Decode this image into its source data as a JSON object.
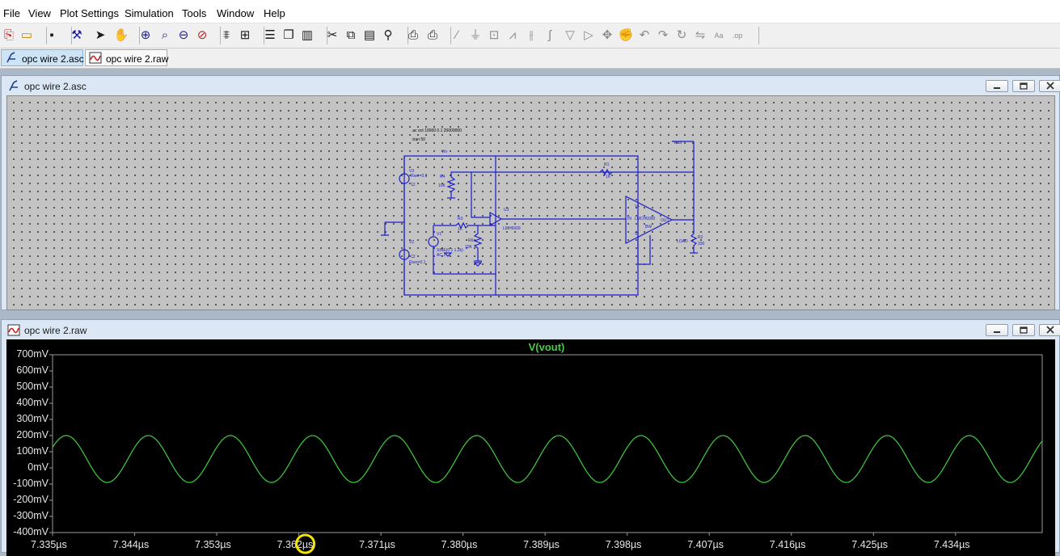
{
  "menu": [
    "File",
    "View",
    "Plot Settings",
    "Simulation",
    "Tools",
    "Window",
    "Help"
  ],
  "toolbar": {
    "icons": [
      "open-schematic-icon",
      "open-file-icon",
      "save-icon",
      "control-panel-icon",
      "run-icon",
      "pan-hand-icon",
      "zoom-in-icon",
      "zoom-area-icon",
      "zoom-out-icon",
      "zoom-cancel-icon",
      "autorange-icon",
      "split-plot-icon",
      "tile-horizontal-icon",
      "cascade-icon",
      "tile-vertical-icon",
      "cut-icon",
      "copy-icon",
      "paste-icon",
      "find-icon",
      "print-setup-icon",
      "print-icon",
      "wire-icon",
      "ground-icon",
      "label-net-icon",
      "resistor-icon",
      "capacitor-icon",
      "inductor-icon",
      "diode-icon",
      "component-icon",
      "move-icon",
      "drag-icon",
      "undo-icon",
      "redo-icon",
      "rotate-icon",
      "mirror-icon",
      "text-icon",
      "spice-directive-icon"
    ]
  },
  "tabs": [
    {
      "label": "opc wire 2.asc",
      "icon": "schematic-icon",
      "active": true
    },
    {
      "label": "opc wire 2.raw",
      "icon": "waveform-icon",
      "active": false
    }
  ],
  "schematic_window": {
    "title": "opc wire 2.asc",
    "directives": [
      ".ac oct 10000 0.1 20000000",
      ".tran 50"
    ],
    "labels": {
      "v3": "V3",
      "v3_val": "Rser=0.1",
      "v3_num": "12",
      "v2": "V2",
      "v2_num": "12",
      "v2_val": "Rser=0.1",
      "v1": "V1",
      "v1_val1": "SINE(0 1 1.2k)",
      "v1_val2": "AC 1",
      "r4": "R4",
      "r4_val": "10K",
      "r3": "R3",
      "r3_val": "1K",
      "r6": "R6",
      "r6_val": "10K",
      "r1": "R1",
      "r1_val": "1K",
      "u3": "U3",
      "u3_part": "LMH6609",
      "u1_part": "LMCH6000",
      "u1_out": "OUT",
      "u1_in": "IN",
      "u1_bw": "BW",
      "u1_vp": "V+",
      "u1_vm": "V-",
      "r2": "R2",
      "r2_val": "330",
      "load": "LOAD",
      "vout": "Vout",
      "vin": "Vin"
    }
  },
  "plot_window": {
    "title": "opc wire 2.raw",
    "trace_name": "V(vout)",
    "trace_color": "#3fcf3f"
  },
  "chart_data": {
    "type": "line",
    "title": "V(vout)",
    "xlabel": "",
    "ylabel": "",
    "x_unit": "µs",
    "y_unit": "mV",
    "xlim": [
      7.335,
      7.4435
    ],
    "ylim": [
      -400,
      700
    ],
    "y_ticks": [
      "700mV",
      "600mV",
      "500mV",
      "400mV",
      "300mV",
      "200mV",
      "100mV",
      "0mV",
      "-100mV",
      "-200mV",
      "-300mV",
      "-400mV"
    ],
    "x_ticks": [
      "7.335µs",
      "7.344µs",
      "7.353µs",
      "7.362µs",
      "7.371µs",
      "7.380µs",
      "7.389µs",
      "7.398µs",
      "7.407µs",
      "7.416µs",
      "7.425µs",
      "7.434µs"
    ],
    "series": [
      {
        "name": "V(vout)",
        "waveform": "sine",
        "max": 200,
        "min": -90,
        "period_us": 0.009,
        "first_peak_us": 7.3365
      }
    ],
    "grid": false,
    "highlight_tick": "7.362µs",
    "highlight_color": "#f5e400"
  }
}
